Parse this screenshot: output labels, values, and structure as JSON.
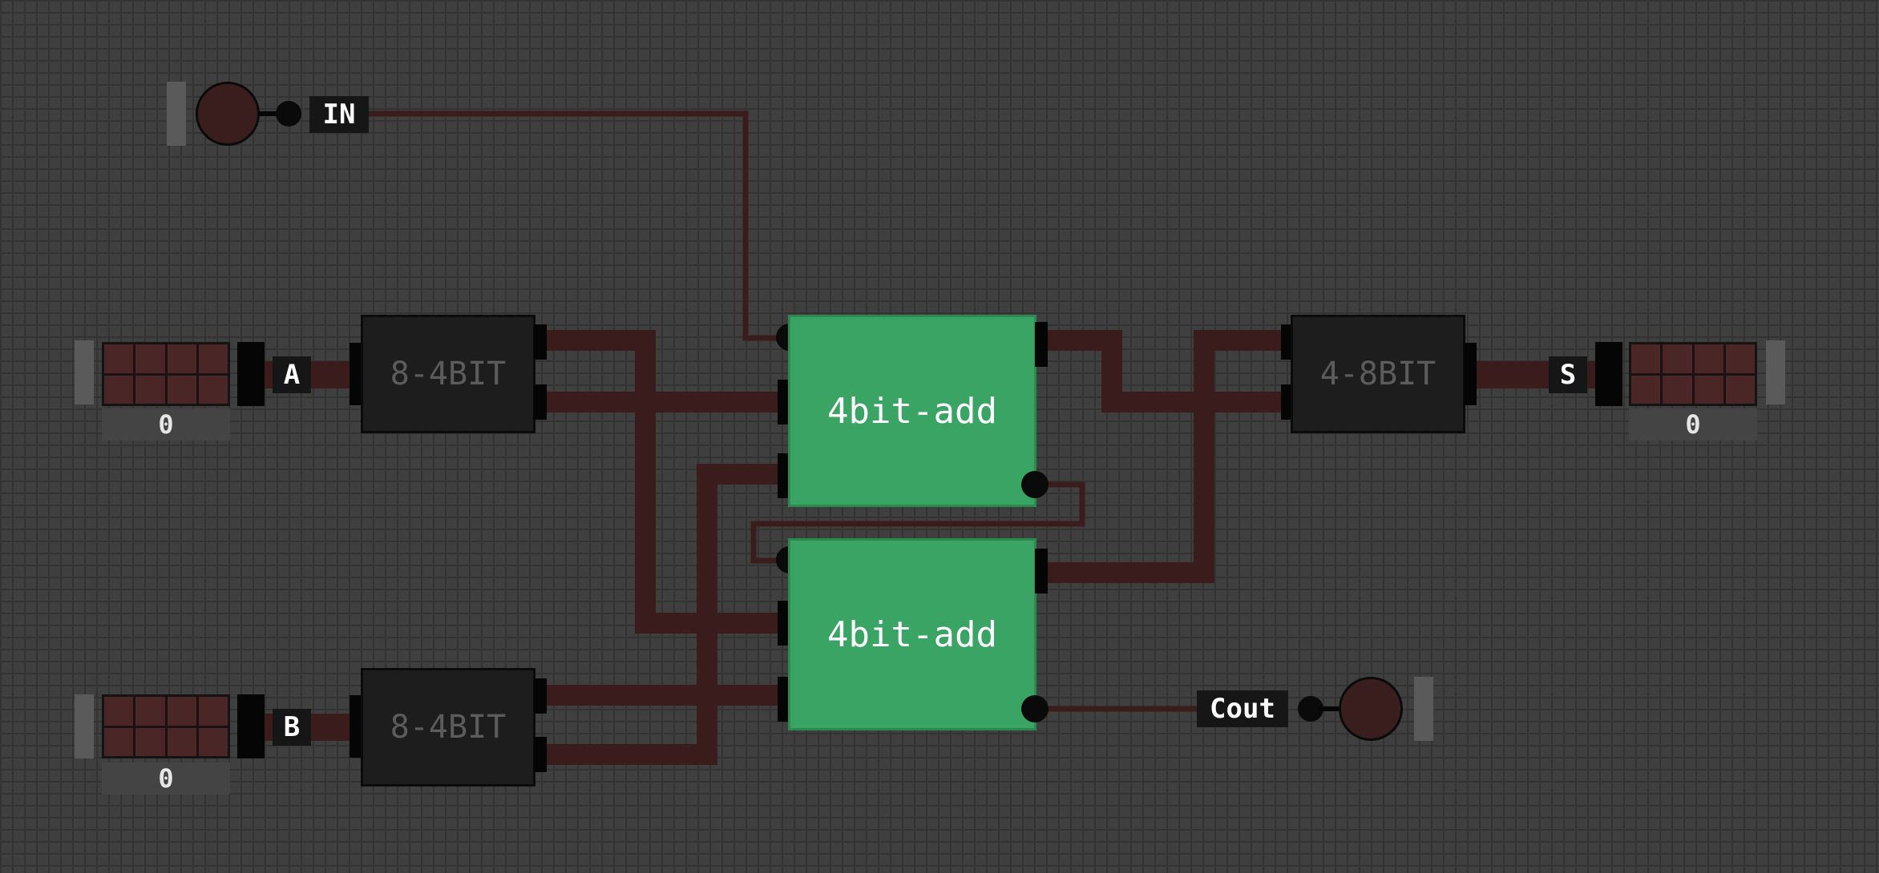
{
  "inputs": {
    "carry_in": {
      "label": "IN"
    },
    "a": {
      "label": "A",
      "value": "0"
    },
    "b": {
      "label": "B",
      "value": "0"
    }
  },
  "splitters": [
    {
      "label": "8-4BIT"
    },
    {
      "label": "8-4BIT"
    }
  ],
  "adders": [
    {
      "label": "4bit-add"
    },
    {
      "label": "4bit-add"
    }
  ],
  "merger": {
    "label": "4-8BIT"
  },
  "outputs": {
    "s": {
      "label": "S",
      "value": "0"
    },
    "cout": {
      "label": "Cout"
    }
  },
  "colors": {
    "background": "#3f3f40",
    "wire": "#3b1c1c",
    "adder": "#39a463",
    "chip": "#1d1d1d"
  }
}
